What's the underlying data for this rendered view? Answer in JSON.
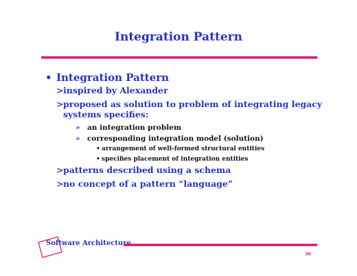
{
  "title": "Integration Pattern",
  "content": {
    "heading": "Integration Pattern",
    "bullet_glyph": "•",
    "l2_glyph": ">",
    "l3_glyph": "»",
    "l4_glyph": "•",
    "items": [
      {
        "text": "inspired by Alexander"
      },
      {
        "text": "proposed as solution to problem of integrating legacy",
        "text2": "systems specifies:"
      },
      {
        "text": "patterns described using a schema"
      },
      {
        "text": "no concept of a pattern “language”"
      }
    ],
    "sub_items": [
      {
        "text": "an integration problem"
      },
      {
        "text": "corresponding integration model (solution)"
      }
    ],
    "sub_sub_items": [
      {
        "text": "arrangement of well-formed structural entities"
      },
      {
        "text": "specifies placement of integration entities"
      }
    ]
  },
  "footer": {
    "label": "Software Architecture",
    "page_number": "36"
  },
  "colors": {
    "accent_blue": "#2433c9",
    "accent_magenta": "#d81b78"
  }
}
